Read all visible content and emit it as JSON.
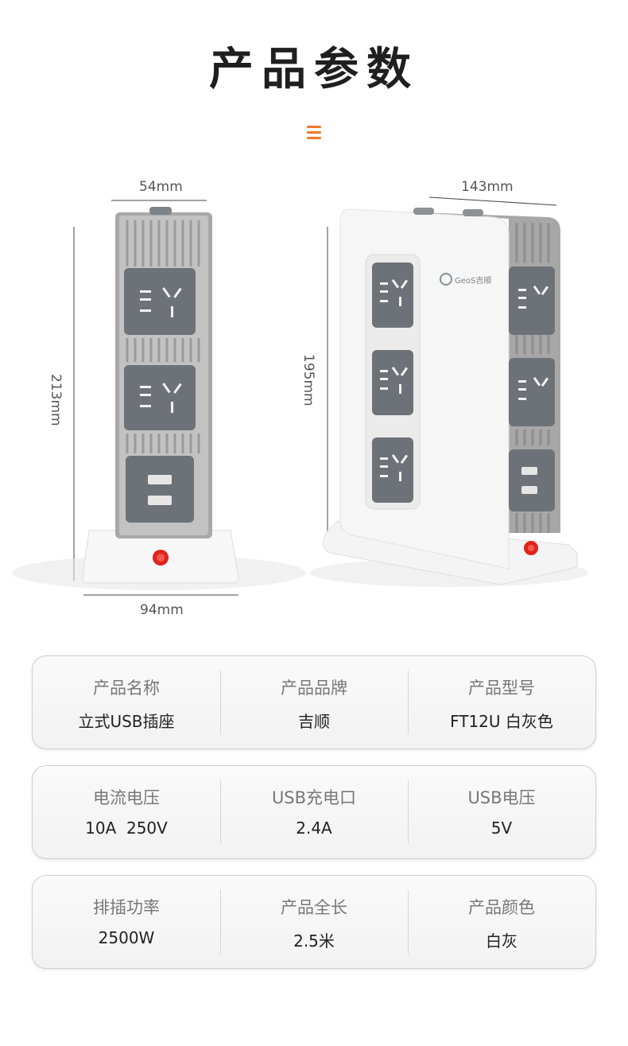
{
  "page": {
    "title": "产品参数"
  },
  "dimensions": {
    "side_width": "54mm",
    "front_width": "143mm",
    "side_height": "213mm",
    "front_height": "195mm",
    "base_width": "94mm"
  },
  "brand_logo": "GeoS吉顺",
  "colors": {
    "accent": "#f07a2a",
    "socket_gray": "#6d7278",
    "body_white": "#f4f4f4",
    "rib_gray": "#9a9a9a",
    "switch_red": "#e0241b"
  },
  "specs": [
    [
      {
        "label": "产品名称",
        "value": "立式USB插座"
      },
      {
        "label": "产品品牌",
        "value": "吉顺"
      },
      {
        "label": "产品型号",
        "value": "FT12U 白灰色"
      }
    ],
    [
      {
        "label": "电流电压",
        "value": "10A  250V"
      },
      {
        "label": "USB充电口",
        "value": "2.4A"
      },
      {
        "label": "USB电压",
        "value": "5V"
      }
    ],
    [
      {
        "label": "排插功率",
        "value": "2500W"
      },
      {
        "label": "产品全长",
        "value": "2.5米"
      },
      {
        "label": "产品颜色",
        "value": "白灰"
      }
    ]
  ]
}
